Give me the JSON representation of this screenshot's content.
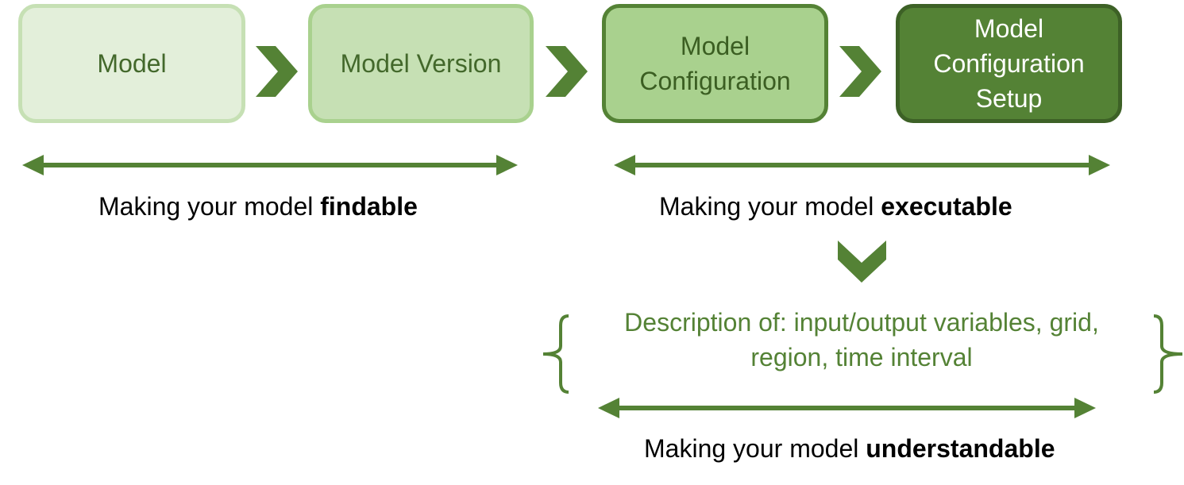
{
  "boxes": [
    {
      "label": "Model"
    },
    {
      "label": "Model Version"
    },
    {
      "label": "Model Configuration"
    },
    {
      "label": "Model Configuration Setup"
    }
  ],
  "captions": {
    "findable": {
      "prefix": "Making your model ",
      "bold": "findable"
    },
    "executable": {
      "prefix": "Making your model ",
      "bold": "executable"
    },
    "understandable": {
      "prefix": "Making your model ",
      "bold": "understandable"
    }
  },
  "description": "Description of: input/output variables, grid, region, time interval",
  "colors": {
    "arrow": "#548235",
    "box1_fill": "#e3efda",
    "box2_fill": "#c6e0b4",
    "box3_fill": "#a9d18e",
    "box4_fill": "#548235",
    "description_text": "#548235"
  },
  "icons": [
    "chevron-right-icon",
    "chevron-down-icon",
    "double-headed-arrow-icon",
    "curly-brace-icon"
  ]
}
